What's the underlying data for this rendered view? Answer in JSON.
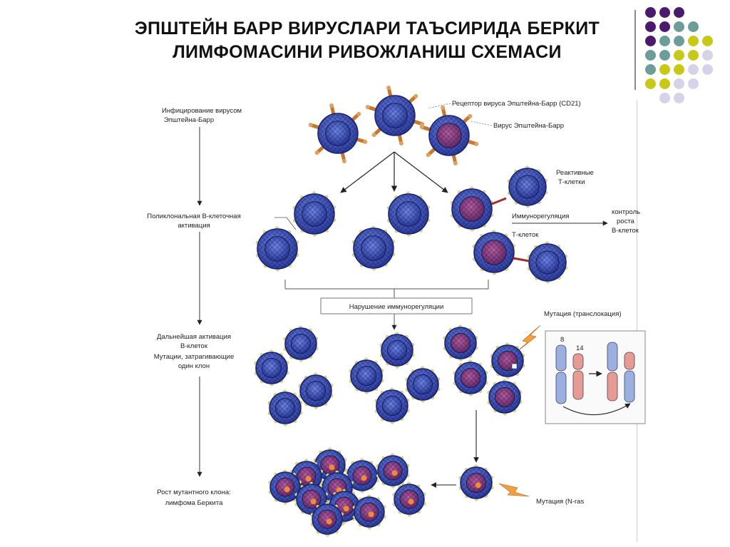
{
  "slide": {
    "title_line1": "ЭПШТЕЙН БАРР ВИРУСЛАРИ ТАЪСИРИДА БЕРКИТ",
    "title_line2": "ЛИМФОМАСИНИ РИВОЖЛАНИШ СХЕМАСИ"
  },
  "decor": {
    "dot_colors": {
      "purple": "#4b1a6e",
      "teal": "#6c9d9b",
      "olive": "#c8c818",
      "lavender": "#d6d2e8"
    },
    "dot_grid": [
      [
        "purple",
        "purple",
        "purple",
        "",
        ""
      ],
      [
        "purple",
        "purple",
        "teal",
        "teal",
        ""
      ],
      [
        "purple",
        "teal",
        "teal",
        "olive",
        "olive"
      ],
      [
        "teal",
        "teal",
        "olive",
        "olive",
        "lavender"
      ],
      [
        "teal",
        "olive",
        "olive",
        "lavender",
        "lavender"
      ],
      [
        "olive",
        "olive",
        "lavender",
        "lavender",
        ""
      ],
      [
        "",
        "lavender",
        "lavender",
        "",
        ""
      ]
    ]
  },
  "diagram": {
    "left_labels": {
      "infection_l1": "Инфицирование вирусом",
      "infection_l2": "Эпштейна-Барр",
      "polyclonal_l1": "Поликлональная В-клеточная",
      "polyclonal_l2": "активация",
      "further_l1": "Дальнейшая активация",
      "further_l2": "В-клеток",
      "further_l3": "Мутации, затрагивающие",
      "further_l4": "один клон",
      "growth_l1": "Рост мутантного клона:",
      "growth_l2": "лимфома Беркита"
    },
    "annotations": {
      "receptor": "Рецептор вируса Эпштейна-Барр (CD21)",
      "virus": "Вирус Эпштейна-Барр",
      "reactive_l1": "Реактивные",
      "reactive_l2": "Т-клетки",
      "immunoreg": "Иммунорегуляция",
      "tcells": "Т-клеток",
      "control_l1": "контроль",
      "control_l2": "роста",
      "control_l3": "В-клеток",
      "disruption": "Нарушение иммунорегуляции",
      "mutation_transloc": "Мутация (транслокация)",
      "chrom8": "8",
      "chrom14": "14",
      "mutation_nras": "Мутация (N-ras"
    },
    "colors": {
      "cell_blue": "#3b4fb8",
      "cell_purple": "#8a3a7e",
      "receptor": "#c8782c",
      "chrom_blue": "#9bb0e0",
      "chrom_red": "#e89a94"
    }
  }
}
